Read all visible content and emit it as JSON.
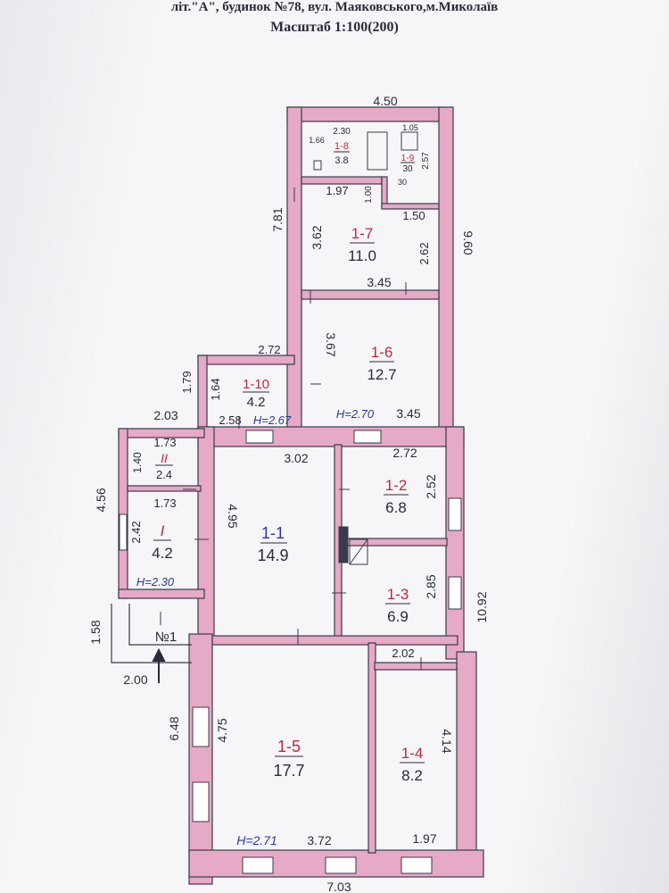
{
  "header": {
    "title": "літ.\"А\", будинок №78, вул. Маяковського,м.Миколаїв",
    "scale": "Масштаб 1:100(200)"
  },
  "colors": {
    "wall": "#e6a9c6",
    "wall_stroke": "#3a3a4a",
    "ink": "#2a2a3a",
    "red_ink": "#c0283a",
    "blue_ink": "#2a3a9a"
  },
  "rooms": [
    {
      "id": "1-1",
      "area": "14.9"
    },
    {
      "id": "1-2",
      "area": "6.8"
    },
    {
      "id": "1-3",
      "area": "6.9"
    },
    {
      "id": "1-4",
      "area": "8.2"
    },
    {
      "id": "1-5",
      "area": "17.7"
    },
    {
      "id": "1-6",
      "area": "12.7"
    },
    {
      "id": "1-7",
      "area": "11.0"
    },
    {
      "id": "1-8",
      "area": "3.8"
    },
    {
      "id": "1-9",
      "area": "30"
    },
    {
      "id": "1-10",
      "area": "4.2"
    },
    {
      "id": "I",
      "area": "4.2"
    },
    {
      "id": "II",
      "area": "2.4"
    }
  ],
  "dimensions": {
    "top_width": "4.50",
    "d_230": "2.30",
    "d_166": "1.66",
    "d_105": "1.05",
    "d_257": "2.57",
    "d_30": "30",
    "d_197a": "1.97",
    "d_100": "1.00",
    "d_781": "7.81",
    "d_362": "3.62",
    "d_150": "1.50",
    "d_960": "9.60",
    "d_262": "2.62",
    "d_345a": "3.45",
    "d_272a": "2.72",
    "d_367": "3.67",
    "d_179": "1.79",
    "d_164": "1.64",
    "d_203": "2.03",
    "d_258": "2.58",
    "h_267": "H=2.67",
    "h_270": "H=2.70",
    "d_345b": "3.45",
    "d_173a": "1.73",
    "d_140": "1.40",
    "d_302": "3.02",
    "d_272b": "2.72",
    "d_252": "2.52",
    "d_456": "4.56",
    "d_173b": "1.73",
    "d_495": "4.95",
    "d_242": "2.42",
    "d_285": "2.85",
    "h_230": "H=2.30",
    "d_1092": "10.92",
    "d_158": "1.58",
    "n1": "№1",
    "d_202": "2.02",
    "d_200": "2.00",
    "d_648": "6.48",
    "d_475": "4.75",
    "d_414": "4.14",
    "h_271": "H=2.71",
    "d_372": "3.72",
    "d_197b": "1.97",
    "bottom_width": "7.03"
  }
}
